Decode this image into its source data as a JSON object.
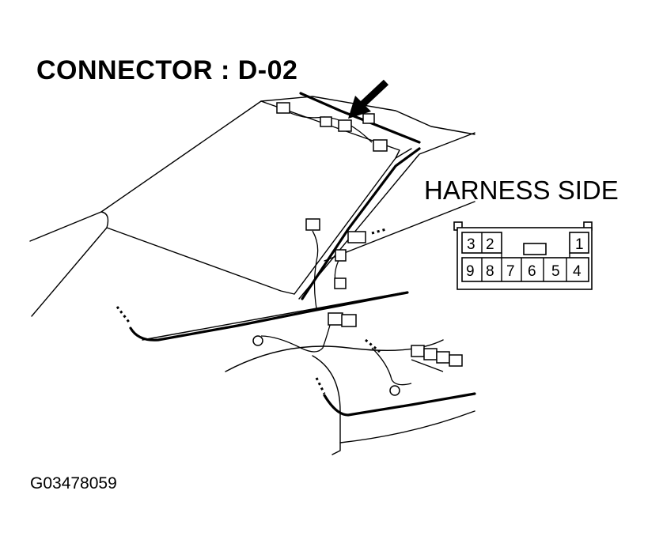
{
  "title": "CONNECTOR : D-02",
  "side_label": "HARNESS SIDE",
  "figure_id": "G03478059",
  "connector": {
    "top_row": [
      "3",
      "2",
      "1"
    ],
    "bottom_row": [
      "9",
      "8",
      "7",
      "6",
      "5",
      "4"
    ]
  }
}
